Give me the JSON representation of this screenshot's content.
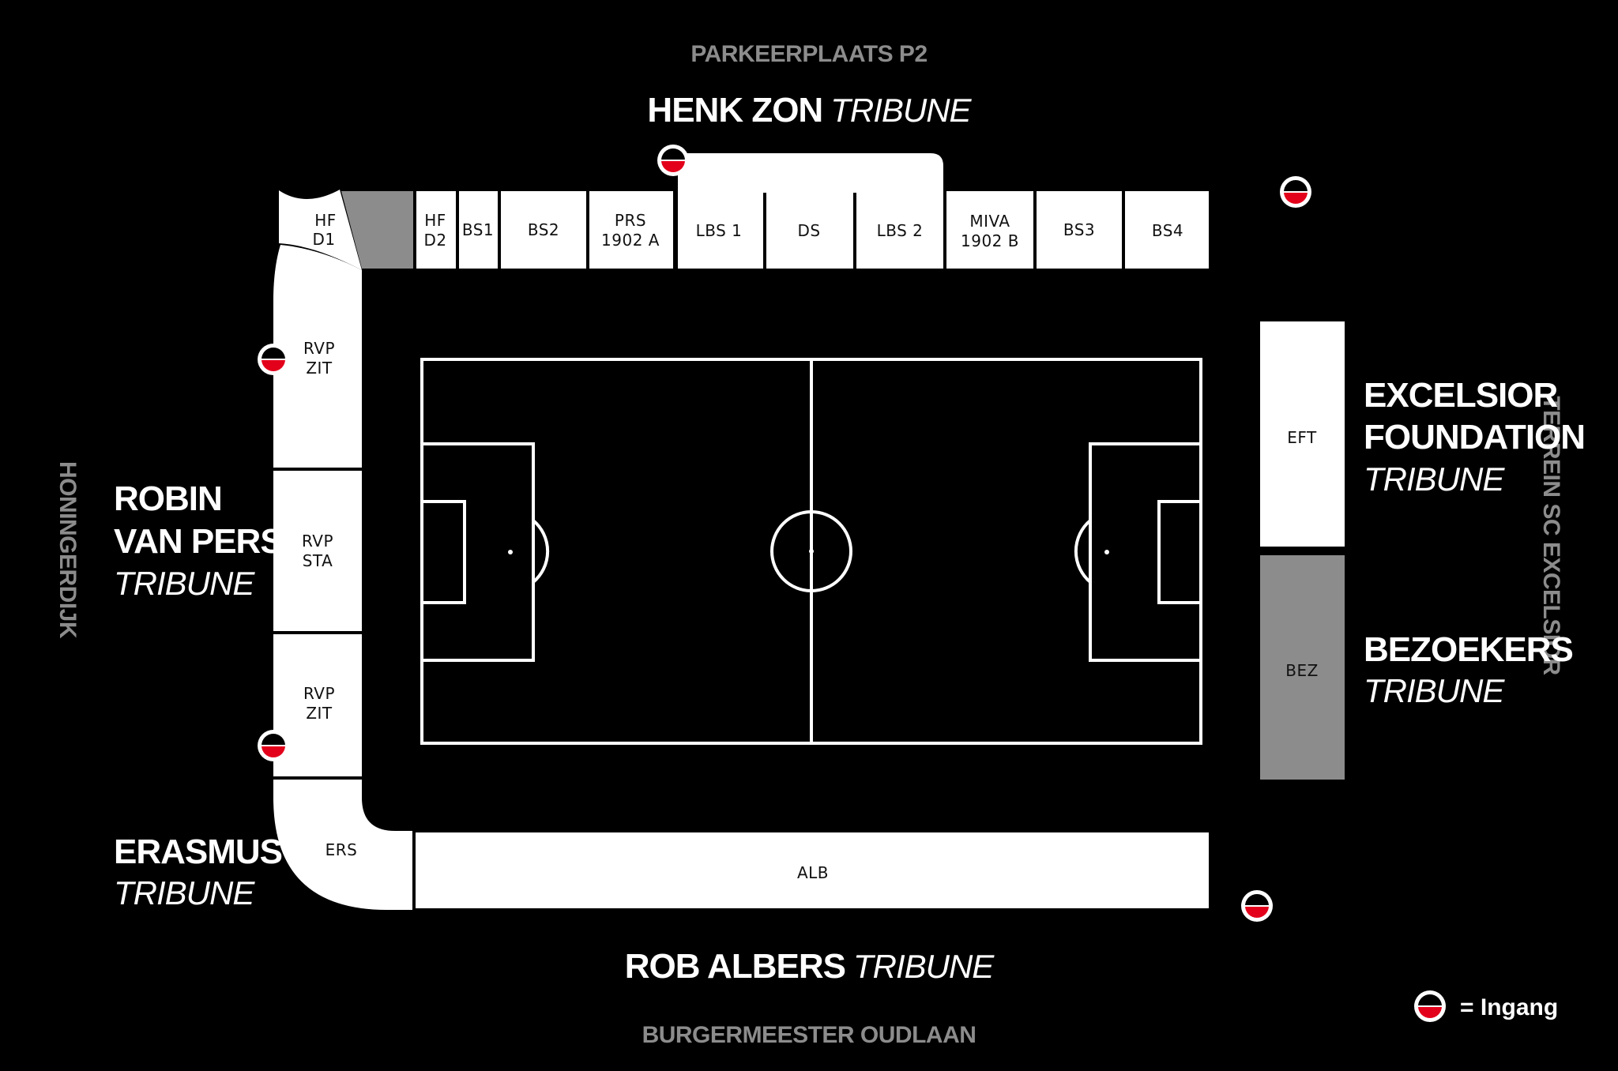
{
  "streets": {
    "top": "PARKEERPLAATS P2",
    "bottom": "BURGERMEESTER OUDLAAN",
    "left": "HONINGERDIJK",
    "right": "TERREIN SC EXCELSIOR"
  },
  "stands": {
    "henk_zon": {
      "name": "HENK ZON",
      "suffix": "TRIBUNE"
    },
    "rob_albers": {
      "name": "ROB ALBERS",
      "suffix": "TRIBUNE"
    },
    "robin_van_persie": {
      "line1": "ROBIN",
      "line2": "VAN PERSIE",
      "suffix": "TRIBUNE"
    },
    "erasmus": {
      "name": "ERASMUS",
      "suffix": "TRIBUNE"
    },
    "excelsior_foundation": {
      "line1": "EXCELSIOR",
      "line2": "FOUNDATION",
      "suffix": "TRIBUNE"
    },
    "bezoekers": {
      "name": "BEZOEKERS",
      "suffix": "TRIBUNE"
    }
  },
  "sections": {
    "hf_d1": {
      "l1": "HF",
      "l2": "D1"
    },
    "hf_d2": {
      "l1": "HF",
      "l2": "D2"
    },
    "bs1": "BS1",
    "bs2": "BS2",
    "prs": {
      "l1": "PRS",
      "l2": "1902 A"
    },
    "lbs1": "LBS 1",
    "ds": "DS",
    "lbs2": "LBS 2",
    "miva": {
      "l1": "MIVA",
      "l2": "1902 B"
    },
    "bs3": "BS3",
    "bs4": "BS4",
    "rvp_zit_top": {
      "l1": "RVP",
      "l2": "ZIT"
    },
    "rvp_sta": {
      "l1": "RVP",
      "l2": "STA"
    },
    "rvp_zit_bottom": {
      "l1": "RVP",
      "l2": "ZIT"
    },
    "ers": "ERS",
    "alb": "ALB",
    "eft": "EFT",
    "bez": "BEZ"
  },
  "legend": {
    "label": "= Ingang",
    "icon": "entrance-icon"
  },
  "colors": {
    "background": "#000000",
    "stand": "#ffffff",
    "away": "#8c8c8c",
    "entrance_red": "#e3001b"
  }
}
